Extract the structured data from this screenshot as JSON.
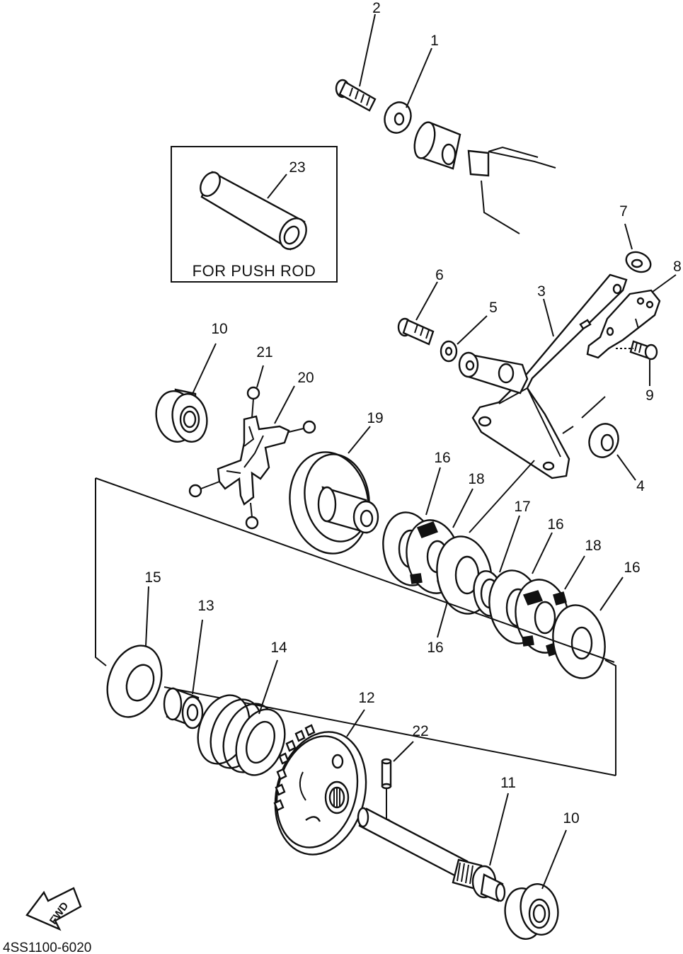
{
  "diagram": {
    "part_labels": {
      "p1": "1",
      "p2": "2",
      "p3": "3",
      "p4": "4",
      "p5": "5",
      "p6": "6",
      "p7": "7",
      "p8": "8",
      "p9": "9",
      "p10a": "10",
      "p10b": "10",
      "p11": "11",
      "p12": "12",
      "p13": "13",
      "p14": "14",
      "p15": "15",
      "p16a": "16",
      "p16b": "16",
      "p16c": "16",
      "p16d": "16",
      "p17": "17",
      "p18a": "18",
      "p18b": "18",
      "p19": "19",
      "p20": "20",
      "p21": "21",
      "p22": "22",
      "p23": "23"
    },
    "inset_caption": "FOR PUSH ROD",
    "fwd_label": "FWD",
    "drawing_code": "4SS1100-6020"
  }
}
